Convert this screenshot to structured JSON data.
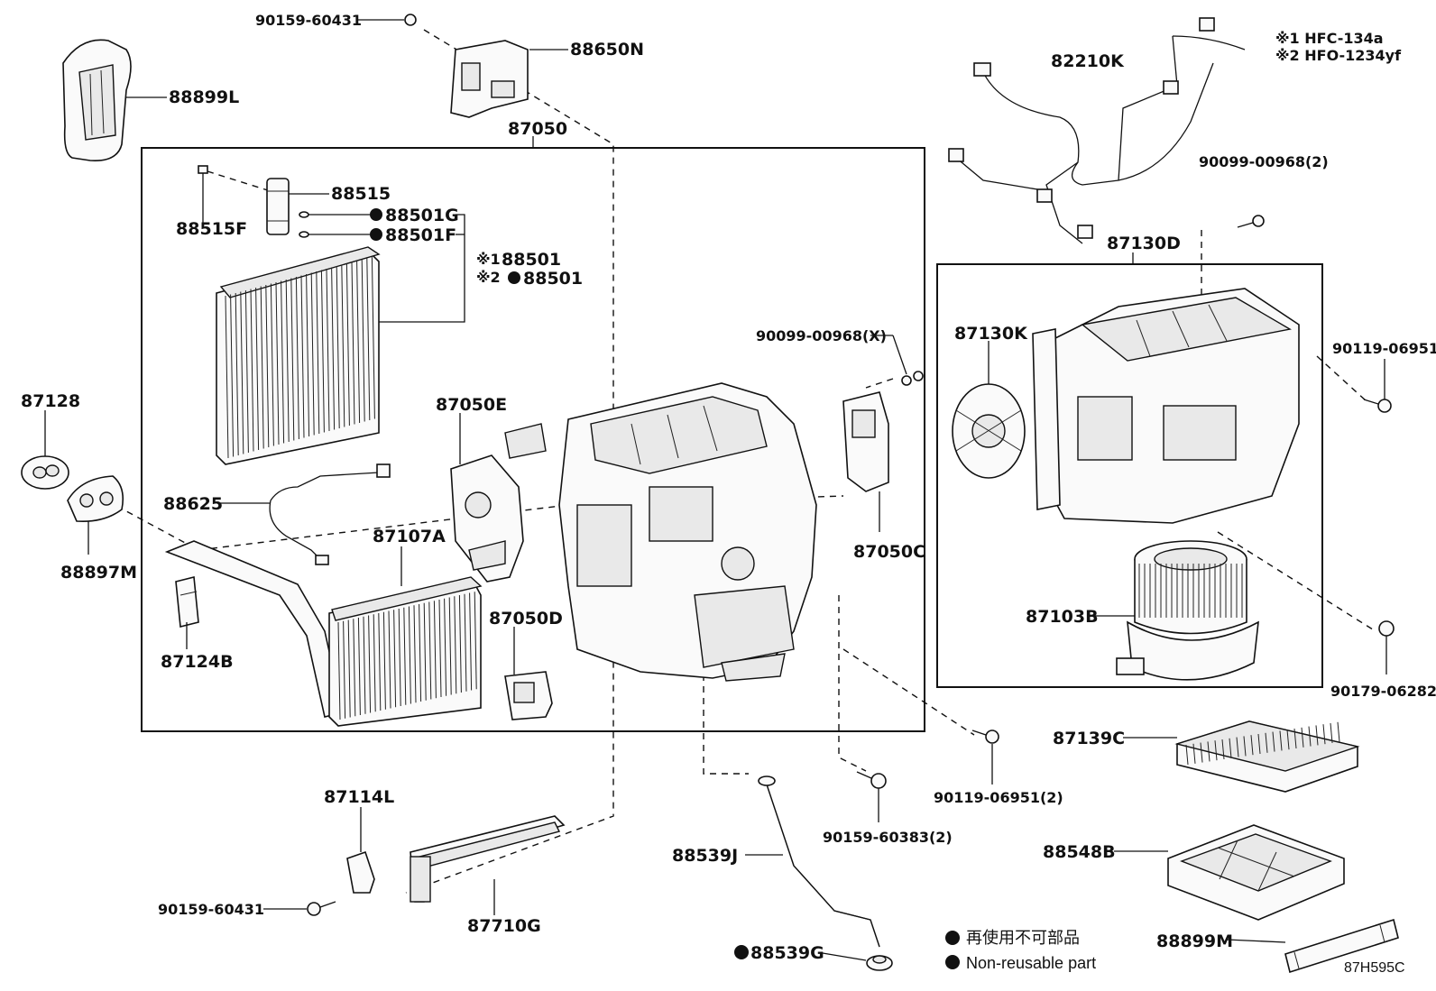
{
  "diagram": {
    "labels": {
      "p90159_60431_top": "90159-60431",
      "p88650N": "88650N",
      "p88899L": "88899L",
      "p87050": "87050",
      "p88515": "88515",
      "p88515F": "88515F",
      "p88501G": "88501G",
      "p88501F": "88501F",
      "p88501_1": "88501",
      "p88501_2": "88501",
      "note_ref_1": "※1",
      "note_ref_2": "※2",
      "p82210K": "82210K",
      "note1": "※1 HFC-134a",
      "note2": "※2 HFO-1234yf",
      "p90099_00968_2": "90099-00968(2)",
      "p87130D": "87130D",
      "p90099_00968_X": "90099-00968(X)",
      "p87130K": "87130K",
      "p90119_06951": "90119-06951",
      "p87128": "87128",
      "p87050E": "87050E",
      "p88625": "88625",
      "p87107A": "87107A",
      "p88897M": "88897M",
      "p87050C": "87050C",
      "p87103B": "87103B",
      "p87050D": "87050D",
      "p87124B": "87124B",
      "p90179_06282": "90179-06282",
      "p87139C": "87139C",
      "p90119_06951_2": "90119-06951(2)",
      "p87114L": "87114L",
      "p90159_60383_2": "90159-60383(2)",
      "p88548B": "88548B",
      "p88539J": "88539J",
      "p90159_60431_bottom": "90159-60431",
      "p87710G": "87710G",
      "p88539G": "88539G",
      "p88899M": "88899M",
      "legend_cn": "再使用不可部品",
      "legend_en": "Non-reusable part",
      "diagram_code": "87H595C"
    }
  }
}
